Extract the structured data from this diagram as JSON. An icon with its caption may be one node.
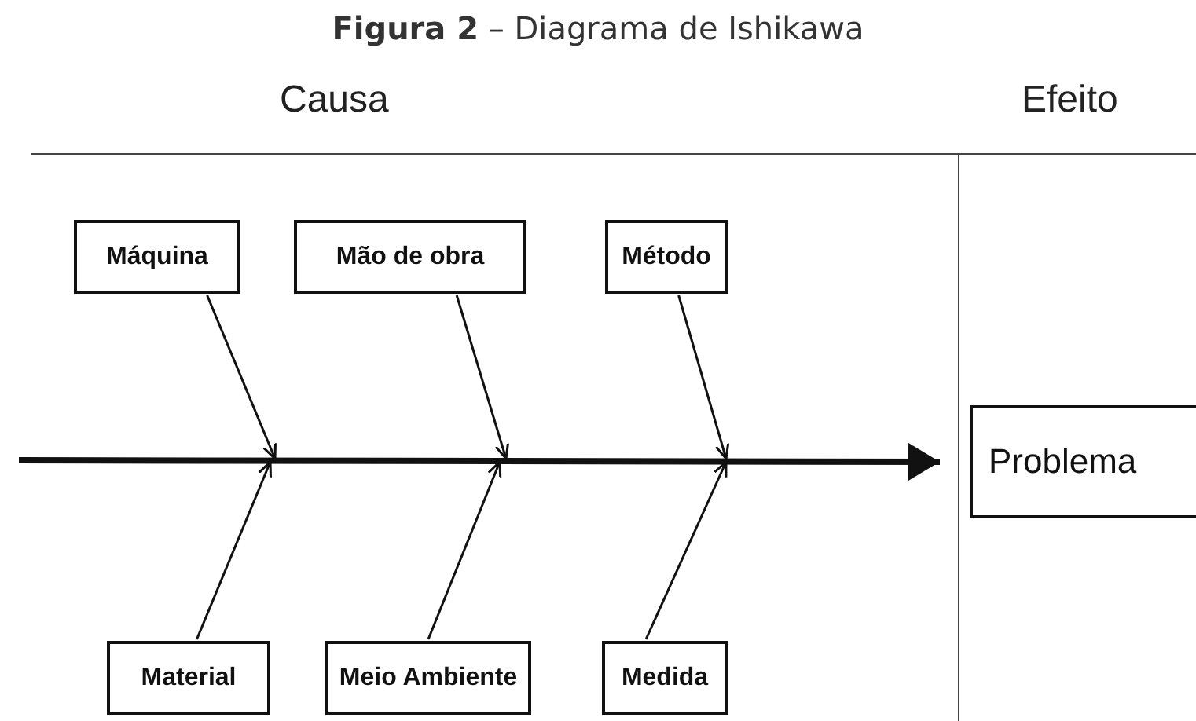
{
  "diagram": {
    "title": "**Figura 2** – Diagrama de Ishikawa",
    "nodes": [
      {
        "text": [
          "Máquina"
        ]
      },
      {
        "text": [
          "Mão de obra"
        ]
      },
      {
        "text": [
          "Método"
        ]
      },
      {
        "text": [
          "Problema"
        ]
      },
      {
        "text": [
          "Material"
        ]
      },
      {
        "text": [
          "Meio Ambiente"
        ]
      },
      {
        "text": [
          "Medida"
        ]
      }
    ],
    "edges": [
      {
        "from": 0,
        "to": null,
        "arrow": "to"
      },
      {
        "from": 1,
        "to": null,
        "arrow": "to"
      },
      {
        "from": 2,
        "to": null,
        "arrow": "to"
      },
      {
        "from": null,
        "to": 3,
        "arrow": "to",
        "style": "thick"
      },
      {
        "from": 4,
        "to": null,
        "arrow": "to"
      },
      {
        "from": 5,
        "to": null,
        "arrow": "to"
      },
      {
        "from": 6,
        "to": null,
        "arrow": "to"
      }
    ],
    "labels": [
      "Causa",
      "Efeito"
    ]
  }
}
